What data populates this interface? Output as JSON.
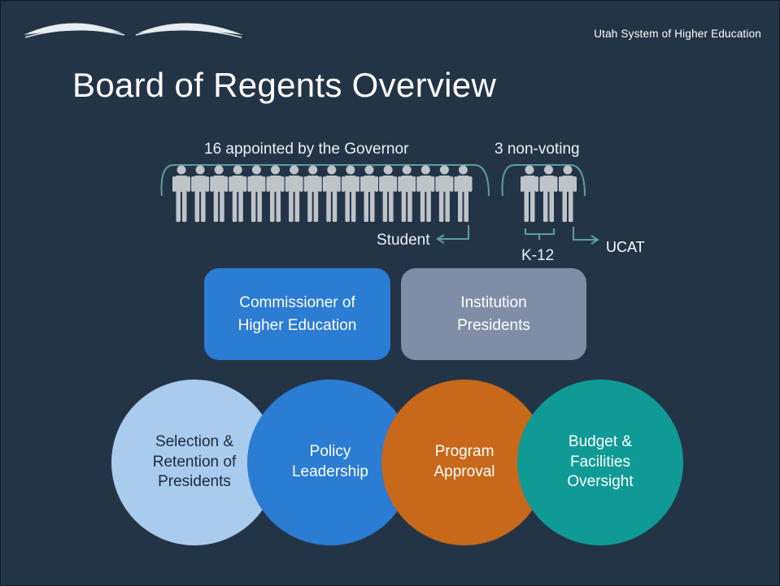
{
  "header": {
    "organization": "Utah System of Higher Education"
  },
  "slide": {
    "title": "Board of Regents Overview"
  },
  "composition": {
    "appointed_label": "16 appointed by the Governor",
    "appointed_count": 16,
    "nonvoting_label": "3 non-voting",
    "nonvoting_count": 3,
    "student_label": "Student",
    "k12_label": "K-12",
    "ucat_label": "UCAT"
  },
  "boxes": [
    {
      "line1": "Commissioner of",
      "line2": "Higher Education",
      "color": "#2b7cd3"
    },
    {
      "line1": "Institution",
      "line2": "Presidents",
      "color": "#7f8ea6"
    }
  ],
  "circles": [
    {
      "lines": [
        "Selection &",
        "Retention of",
        "Presidents"
      ],
      "color": "#a9cbee",
      "text_color": "#1b2a3a"
    },
    {
      "lines": [
        "Policy",
        "Leadership"
      ],
      "color": "#2b7cd3",
      "text_color": "#ffffff"
    },
    {
      "lines": [
        "Program",
        "Approval"
      ],
      "color": "#c8681a",
      "text_color": "#ffffff"
    },
    {
      "lines": [
        "Budget &",
        "Facilities",
        "Oversight"
      ],
      "color": "#0f9a96",
      "text_color": "#ffffff"
    }
  ],
  "colors": {
    "background": "#243447",
    "bracket": "#5f9ea0",
    "person": "#bfc4c9"
  }
}
